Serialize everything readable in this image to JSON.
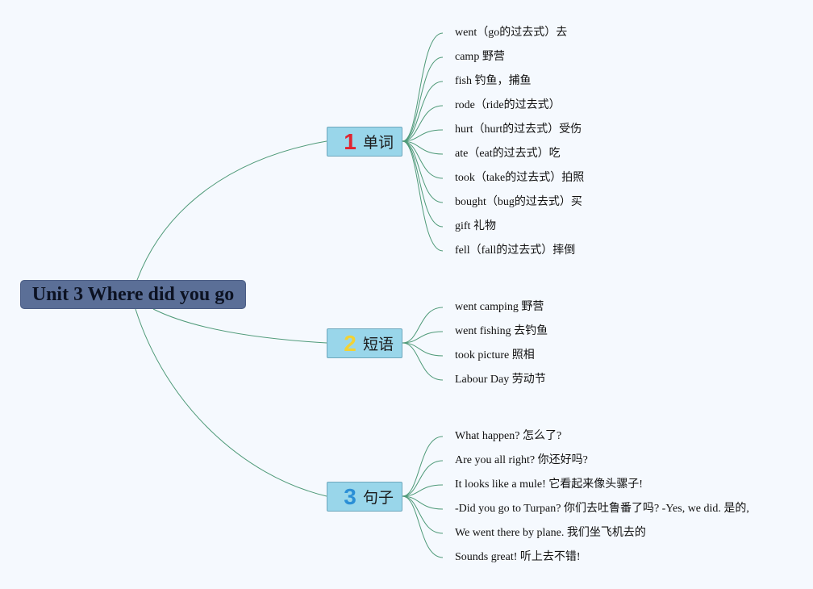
{
  "root": {
    "title": "Unit 3 Where did you go"
  },
  "branches": [
    {
      "badge": "1",
      "badge_color": "#e0242f",
      "label": "单词",
      "leaves": [
        "went（go的过去式）去",
        "camp 野营",
        "fish 钓鱼，捕鱼",
        "rode（ride的过去式）",
        "hurt（hurt的过去式）受伤",
        "ate（eat的过去式）吃",
        "took（take的过去式）拍照",
        "bought（bug的过去式）买",
        "gift 礼物",
        "fell（fall的过去式）摔倒"
      ]
    },
    {
      "badge": "2",
      "badge_color": "#f2d234",
      "label": "短语",
      "leaves": [
        "went camping 野营",
        "went fishing 去钓鱼",
        "took picture 照相",
        "Labour Day 劳动节"
      ]
    },
    {
      "badge": "3",
      "badge_color": "#2b8fd6",
      "label": "句子",
      "leaves": [
        "What happen? 怎么了?",
        "Are you all right? 你还好吗?",
        "It looks like a mule! 它看起来像头骡子!",
        "-Did you go to Turpan? 你们去吐鲁番了吗?  -Yes, we did. 是的,",
        "We went there by plane. 我们坐飞机去的",
        "Sounds great! 听上去不错!"
      ]
    }
  ],
  "colors": {
    "connector": "#4f9a79",
    "root_fill": "#5b6f97",
    "branch_fill": "#99d6ea",
    "background": "#f5f9fe"
  }
}
